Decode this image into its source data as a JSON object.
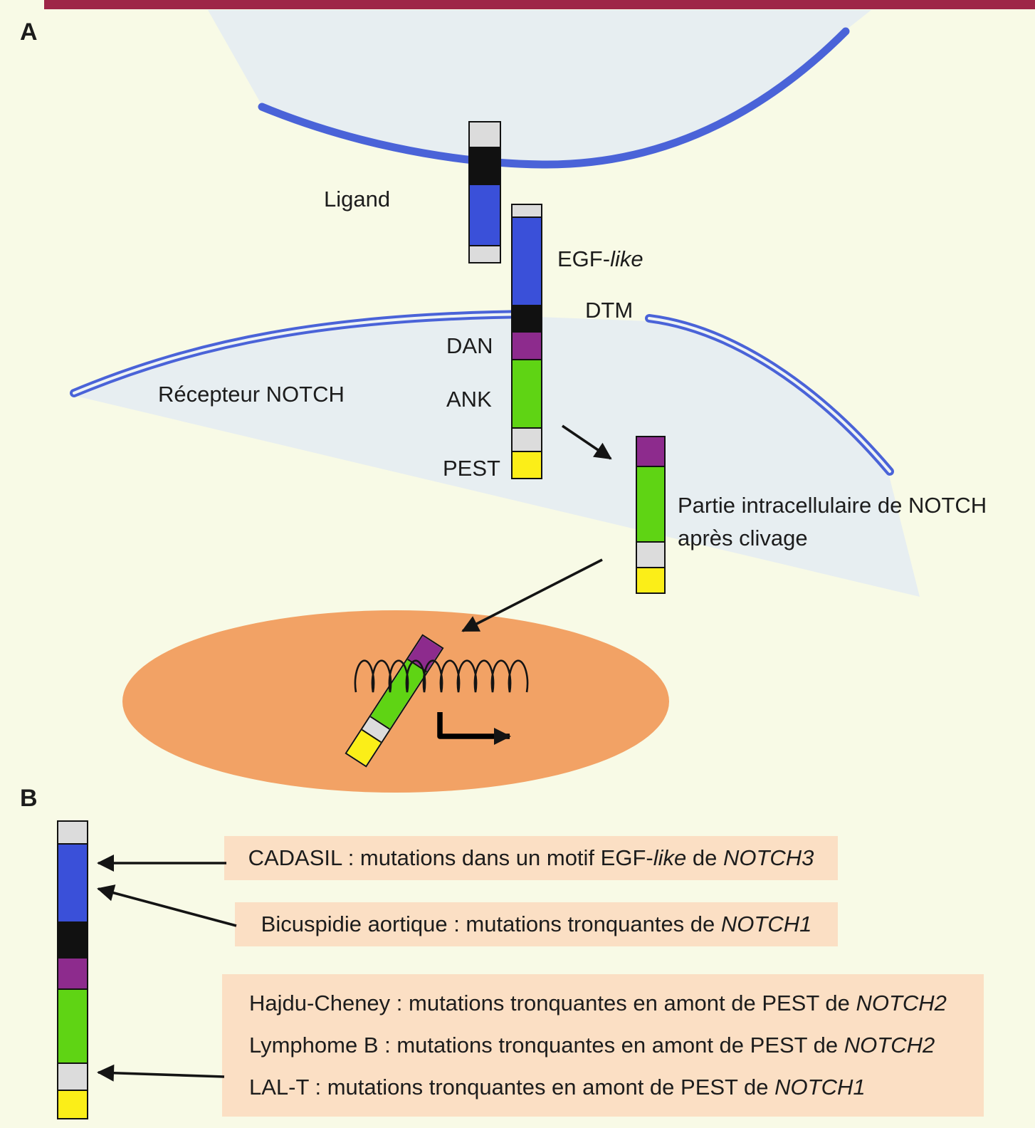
{
  "figure": {
    "panel_a_letter": "A",
    "panel_b_letter": "B"
  },
  "panel_a": {
    "ligand_label": "Ligand",
    "receptor_label": "Récepteur NOTCH",
    "egf_prefix": "EGF-",
    "egf_italic": "like",
    "dtm_label": "DTM",
    "dan_label": "DAN",
    "ank_label": "ANK",
    "pest_label": "PEST",
    "cleaved_line1": "Partie intracellulaire de NOTCH",
    "cleaved_line2": "après clivage"
  },
  "panel_b": {
    "cadasil": {
      "text": "CADASIL : mutations dans un motif EGF-",
      "italic1": "like",
      "mid": " de ",
      "italic2": "NOTCH3"
    },
    "bicuspidie": {
      "text": "Bicuspidie aortique : mutations tronquantes de ",
      "italic1": "NOTCH1"
    },
    "pest_mutations": {
      "line1": "Hajdu-Cheney : mutations tronquantes en amont de PEST de ",
      "line1_italic": "NOTCH2",
      "line2": "Lymphome B : mutations tronquantes en amont de PEST de ",
      "line2_italic": "NOTCH2",
      "line3": "LAL-T : mutations tronquantes en amont de PEST de ",
      "line3_italic": "NOTCH1"
    }
  },
  "colors": {
    "top_bar": "#9e2647",
    "background": "#f8fae6",
    "cell_fill": "#e7eef1",
    "membrane_blue": "#4a63d8",
    "segment_blue": "#3a50d9",
    "segment_black": "#111111",
    "segment_purple": "#8d2b8d",
    "segment_green": "#5fd414",
    "segment_gray": "#dcdcdc",
    "segment_yellow": "#fbee18",
    "nucleus_orange": "#f2a265",
    "annotation_box": "#fbdfc4"
  }
}
